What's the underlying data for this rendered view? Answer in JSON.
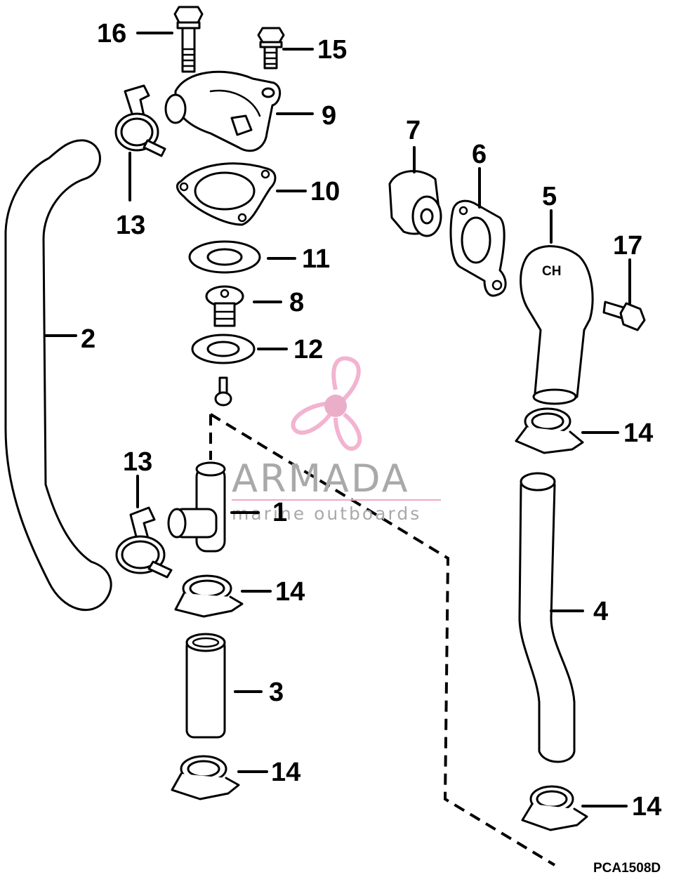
{
  "diagram": {
    "code": "PCA1508D",
    "callouts": [
      "1",
      "2",
      "3",
      "4",
      "5",
      "6",
      "7",
      "8",
      "9",
      "10",
      "11",
      "12",
      "13",
      "13",
      "14",
      "14",
      "14",
      "14",
      "15",
      "16",
      "17"
    ]
  },
  "watermark": {
    "title": "ARMADA",
    "subtitle": "marine outboards",
    "colors": {
      "text": "#a9a9a9",
      "logo": "#f0a8c8",
      "logo_center": "#e8a0c0"
    }
  },
  "part_stamp": "CH"
}
